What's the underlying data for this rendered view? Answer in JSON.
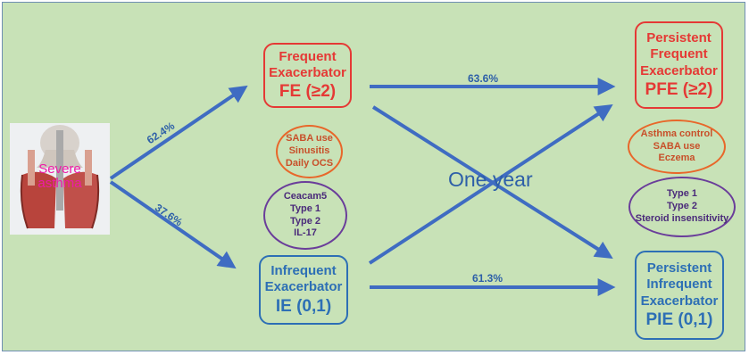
{
  "image_label": [
    "Severe",
    "asthma"
  ],
  "fe_box": {
    "line1": "Frequent",
    "line2": "Exacerbator",
    "line3": "FE (≥2)"
  },
  "ie_box": {
    "line1": "Infrequent",
    "line2": "Exacerbator",
    "line3": "IE (0,1)"
  },
  "pfe_box": {
    "line1": "Persistent",
    "line2": "Frequent",
    "line3": "Exacerbator",
    "line4": "PFE (≥2)"
  },
  "pie_box": {
    "line1": "Persistent",
    "line2": "Infrequent",
    "line3": "Exacerbator",
    "line4": "PIE (0,1)"
  },
  "fe_factors": [
    "SABA use",
    "Sinusitis",
    "Daily OCS"
  ],
  "ie_factors": [
    "Ceacam5",
    "Type 1",
    "Type 2",
    "IL-17"
  ],
  "pfe_factors": [
    "Asthma control",
    "SABA use",
    "Eczema"
  ],
  "pie_factors": [
    "Type 1",
    "Type 2",
    "Steroid insensitivity"
  ],
  "percentages": {
    "to_fe": "62.4%",
    "to_ie": "37.6%",
    "fe_to_pfe": "63.6%",
    "ie_to_pie": "61.3%"
  },
  "cross_label": "One year",
  "colors": {
    "background": "#c8e2b7",
    "frequent": "#e53935",
    "infrequent": "#2d6fb5",
    "arrow": "#3f6cc2",
    "orange": "#e8672a",
    "purple": "#6a3d9a",
    "magenta": "#ee1aa8"
  }
}
